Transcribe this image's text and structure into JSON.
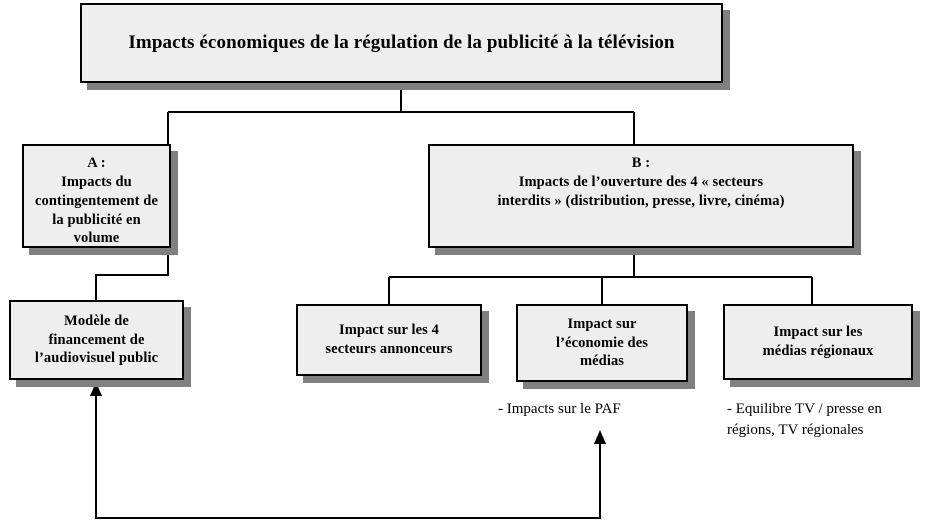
{
  "diagram": {
    "type": "hierarchy-tree",
    "title_box": {
      "id": "root",
      "text": "Impacts économiques de la régulation de la publicité à la télévision"
    },
    "branches": [
      {
        "id": "A",
        "label": "A :",
        "line1": "Impacts du contingentement de",
        "line2": "la publicité en volume",
        "text": "A :\nImpacts du contingentement de\nla publicité en volume"
      },
      {
        "id": "B",
        "label": "B :",
        "line1": "Impacts de l’ouverture des 4 « secteurs",
        "line2": "interdits » (distribution, presse, livre, cinéma)",
        "text": "B :\nImpacts de l’ouverture des 4 « secteurs\ninterdits » (distribution, presse, livre, cinéma)"
      }
    ],
    "leaves": [
      {
        "id": "funding",
        "parent": "A",
        "text": "Modèle de\nfinancement de\nl’audiovisuel public"
      },
      {
        "id": "sectors",
        "parent": "B",
        "text": "Impact sur les 4\nsecteurs annonceurs"
      },
      {
        "id": "media-econ",
        "parent": "B",
        "text": "Impact sur\nl’économie des\nmédias"
      },
      {
        "id": "regional",
        "parent": "B",
        "text": "Impact sur les\nmédias régionaux"
      }
    ],
    "notes": [
      {
        "id": "paf",
        "attached_to": "media-econ",
        "text": "- Impacts sur le PAF"
      },
      {
        "id": "regional-balance",
        "attached_to": "regional",
        "text": "- Equilibre TV / presse en\nrégions, TV régionales"
      }
    ],
    "colors": {
      "box_fill": "#eeeeee",
      "box_border": "#000000",
      "box_shadow": "#808080",
      "connector": "#000000",
      "text": "#000000",
      "background": "#ffffff"
    }
  }
}
